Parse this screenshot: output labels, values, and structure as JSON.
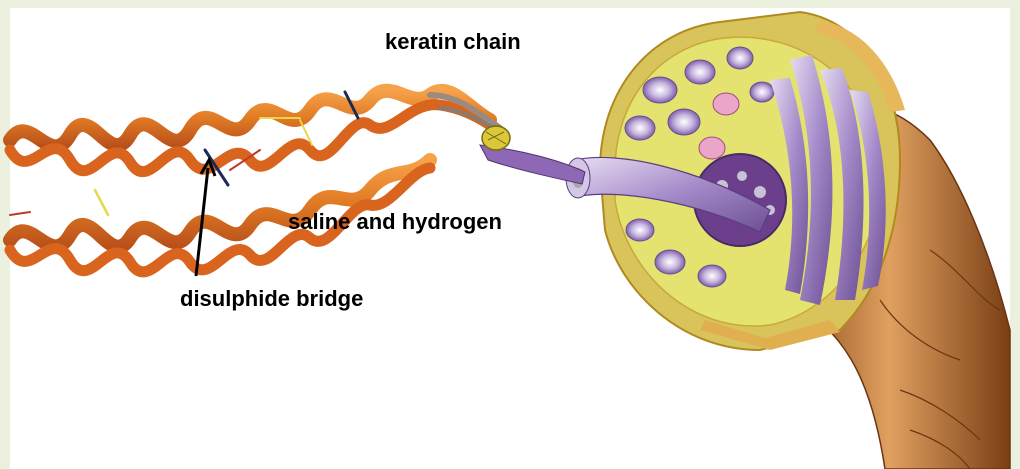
{
  "labels": {
    "keratin_chain": "keratin chain",
    "saline_hydrogen": "saline and hydrogen",
    "disulphide_bridge": "disulphide bridge"
  },
  "colors": {
    "background": "#ebf1de",
    "panel": "#ffffff",
    "helix_orange": "#e8812a",
    "helix_dark": "#c9561a",
    "cortex_yellow": "#d9d86a",
    "fibre_purple": "#a98fc8",
    "cuticle_brown": "#c07a3c"
  },
  "icons": [
    "arrow-icon"
  ]
}
